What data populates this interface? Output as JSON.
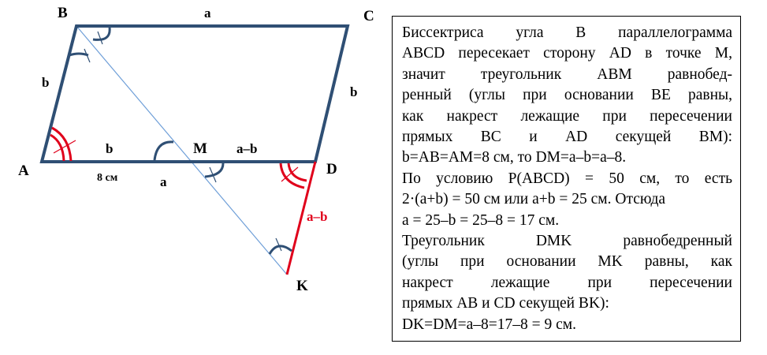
{
  "diagram": {
    "points": {
      "A": "A",
      "B": "B",
      "C": "C",
      "D": "D",
      "M": "M",
      "K": "K"
    },
    "side_labels": {
      "top": "a",
      "left": "b",
      "right": "b",
      "AM": "b",
      "MD": "a–b",
      "AM_length": "8 см",
      "AD": "a",
      "DK": "a–b"
    },
    "colors": {
      "parallelogram": "#2f4f74",
      "bisector": "#6f9fd8",
      "angle_marks_red": "#e0001b",
      "angle_marks_blue": "#2f4f74",
      "DK_segment": "#e0001b"
    }
  },
  "solution": {
    "lines": [
      "Биссектриса угла В параллелограмма",
      "ABCD пересекает сторону AD в точке М,",
      "значит треугольник ABM равнобед-",
      "ренный (углы при основании BE равны,",
      "как накрест лежащие при пересечении",
      "прямых BC и AD секущей BM):",
      "b=AB=AM=8 см, то DM=a–b=a–8.",
      "По условию P(ABCD) = 50 см, то есть",
      "2·(a+b) = 50 см или a+b = 25 см. Отсюда",
      "a = 25–b = 25–8 = 17 см.",
      "Треугольник DMK равнобедренный",
      "(углы при основании MK равны, как",
      "накрест лежащие при пересечении",
      "прямых AB и CD секущей BK):",
      "DK=DM=a–8=17–8 = 9 см."
    ]
  }
}
